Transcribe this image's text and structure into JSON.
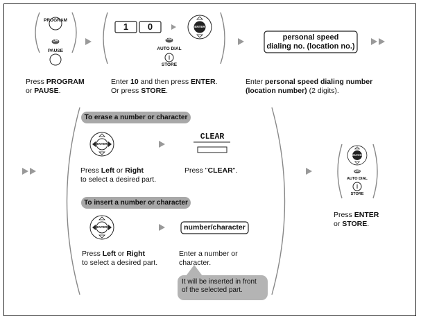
{
  "buttons": {
    "program": "PROGRAM",
    "or": "OR",
    "pause": "PAUSE",
    "auto_dial": "AUTO DIAL",
    "store": "STORE",
    "enter": "ENTER",
    "clear": "CLEAR",
    "key_1": "1",
    "key_0": "0"
  },
  "boxes": {
    "speed_dial_line1": "personal speed",
    "speed_dial_line2": "dialing no. (location no.)",
    "number_character": "number/character"
  },
  "pills": {
    "erase": "To erase a number or character",
    "insert": "To insert a number or character"
  },
  "bubble": {
    "line1": "It will be inserted in front",
    "line2": "of the selected part."
  },
  "captions": {
    "step1_a": "Press ",
    "step1_b": "PROGRAM",
    "step1_c": "or ",
    "step1_d": "PAUSE",
    "step1_e": ".",
    "step2_a": "Enter ",
    "step2_b": "10",
    "step2_c": " and then press ",
    "step2_d": "ENTER",
    "step2_e": ".",
    "step2_f": "Or press ",
    "step2_g": "STORE",
    "step2_h": ".",
    "step3_a": "Enter ",
    "step3_b": "personal speed dialing number",
    "step3_c": "(location number)",
    "step3_d": " (2 digits).",
    "lr1_a": "Press ",
    "lr1_b": "Left",
    "lr1_c": " or ",
    "lr1_d": "Right",
    "lr1_e": "to select a desired part.",
    "clear_a": "Press \"",
    "clear_b": "CLEAR",
    "clear_c": "\".",
    "lr2_a": "Press ",
    "lr2_b": "Left",
    "lr2_c": " or ",
    "lr2_d": "Right",
    "lr2_e": "to select a desired part.",
    "enter_char_1": "Enter a number or",
    "enter_char_2": "character.",
    "final_a": "Press ",
    "final_b": "ENTER",
    "final_c": "or ",
    "final_d": "STORE",
    "final_e": "."
  }
}
